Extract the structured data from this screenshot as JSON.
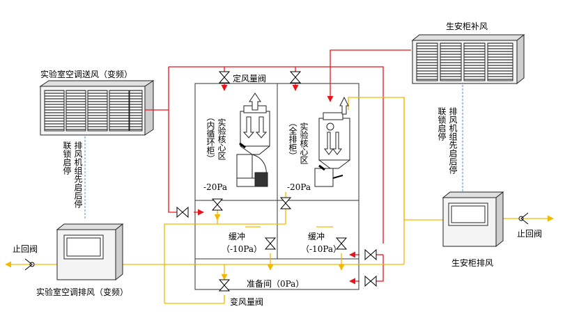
{
  "labels": {
    "ac_supply": "实验室空调送风（变频）",
    "bsc_supply": "生安柜补风",
    "constant_valve": "定风量阀",
    "core_left": "实验核心区",
    "core_left_sub": "（内循环柜）",
    "core_right": "实验核心区",
    "core_right_sub": "（全排柜）",
    "link_left": "联锁启停",
    "seq_left": "排风机组先启后停",
    "link_right": "联锁启停",
    "seq_right": "排风机组先启后停",
    "p_left": "-20Pa",
    "p_right": "-20Pa",
    "buffer_left": "缓冲",
    "buffer_left_p": "（-10Pa）",
    "buffer_right": "缓冲",
    "buffer_right_p": "（-10Pa）",
    "prep_room": "准备间（0Pa）",
    "variable_valve": "变风量阀",
    "check_left": "止回阀",
    "check_right": "止回阀",
    "ac_exhaust": "实验室空调排风（变频）",
    "bsc_exhaust": "生安柜排风"
  },
  "colors": {
    "supply": "#e8141b",
    "exhaust": "#f5b800",
    "interlock": "#4a90d9"
  }
}
